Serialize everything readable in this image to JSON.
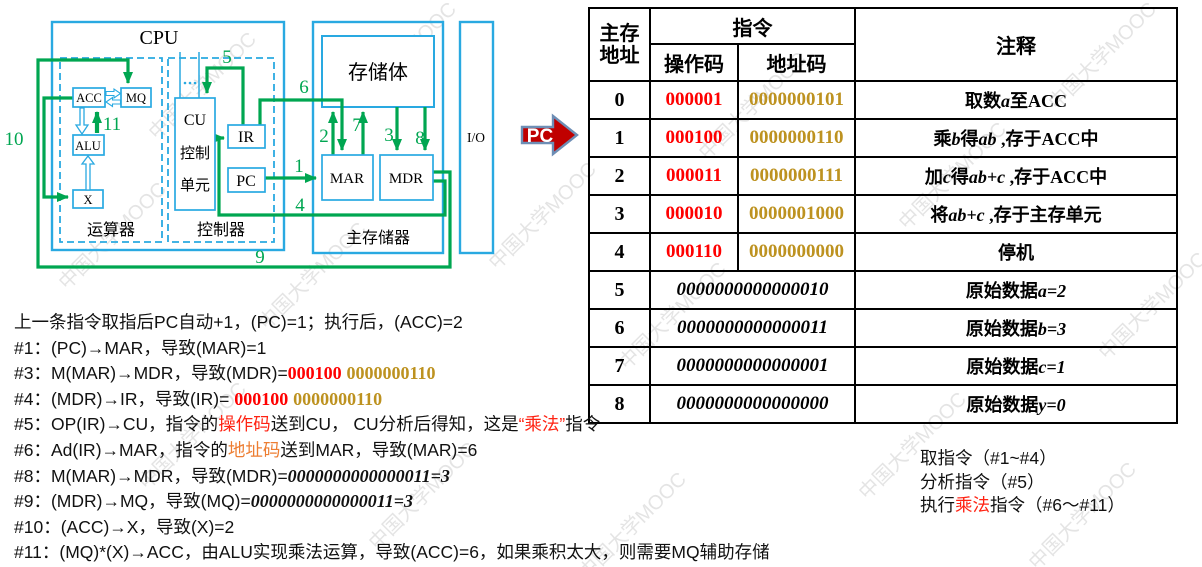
{
  "watermark": "中国大学MOOC",
  "colors": {
    "box_cyan": "#29A9E1",
    "arrow_green": "#00A651",
    "opcode_red": "#FF0000",
    "address_gold": "#BD9220",
    "highlight_orange": "#ED7D31",
    "pointer_red": "#C00000"
  },
  "diagram": {
    "cpu": "CPU",
    "acc": "ACC",
    "mq": "MQ",
    "alu": "ALU",
    "x": "X",
    "cu_line1": "CU",
    "cu_line2": "控制",
    "cu_line3": "单元",
    "ir": "IR",
    "pc": "PC",
    "storage_body": "存储体",
    "mar": "MAR",
    "mdr": "MDR",
    "io": "I/O",
    "arith_unit": "运算器",
    "ctrl_unit": "控制器",
    "main_memory": "主存储器",
    "steps": {
      "s1": "1",
      "s2": "2",
      "s3": "3",
      "s4": "4",
      "s5": "5",
      "s6": "6",
      "s7": "7",
      "s8": "8",
      "s9": "9",
      "s10": "10",
      "s11": "11"
    }
  },
  "pc_pointer": {
    "label": "PC"
  },
  "table": {
    "header": {
      "addr": "主存\n地址",
      "instruction": "指令",
      "opcode": "操作码",
      "address": "地址码",
      "comment": "注释"
    },
    "rows": [
      {
        "addr": "0",
        "opcode": "000001",
        "address": "0000000101",
        "comment": [
          {
            "t": "取数"
          },
          {
            "t": "a",
            "cls": "vi"
          },
          {
            "t": "至ACC"
          }
        ]
      },
      {
        "addr": "1",
        "opcode": "000100",
        "address": "0000000110",
        "comment": [
          {
            "t": "乘"
          },
          {
            "t": "b",
            "cls": "vi"
          },
          {
            "t": "得"
          },
          {
            "t": "ab",
            "cls": "vi"
          },
          {
            "t": " ,存于ACC中"
          }
        ]
      },
      {
        "addr": "2",
        "opcode": "000011",
        "address": "0000000111",
        "comment": [
          {
            "t": "加"
          },
          {
            "t": "c",
            "cls": "vi"
          },
          {
            "t": "得"
          },
          {
            "t": "ab+c",
            "cls": "vi"
          },
          {
            "t": " ,存于ACC中"
          }
        ]
      },
      {
        "addr": "3",
        "opcode": "000010",
        "address": "0000001000",
        "comment": [
          {
            "t": "将"
          },
          {
            "t": "ab+c",
            "cls": "vi"
          },
          {
            "t": " ,存于主存单元"
          }
        ]
      },
      {
        "addr": "4",
        "opcode": "000110",
        "address": "0000000000",
        "comment": [
          {
            "t": "停机"
          }
        ]
      },
      {
        "addr": "5",
        "data": "0000000000000010",
        "comment": [
          {
            "t": "原始数据"
          },
          {
            "t": "a=2",
            "cls": "vi"
          }
        ]
      },
      {
        "addr": "6",
        "data": "0000000000000011",
        "comment": [
          {
            "t": "原始数据"
          },
          {
            "t": "b=3",
            "cls": "vi"
          }
        ]
      },
      {
        "addr": "7",
        "data": "0000000000000001",
        "comment": [
          {
            "t": "原始数据"
          },
          {
            "t": "c=1",
            "cls": "vi"
          }
        ]
      },
      {
        "addr": "8",
        "data": "0000000000000000",
        "comment": [
          {
            "t": "原始数据"
          },
          {
            "t": "y=0",
            "cls": "vi"
          }
        ]
      }
    ]
  },
  "notes": {
    "lines": [
      [
        {
          "t": "上一条指令取指后PC自动+1，(PC)=1；执行后，(ACC)=2"
        }
      ],
      [
        {
          "t": "#1：(PC)→MAR，导致(MAR)=1"
        }
      ],
      [
        {
          "t": "#3：M(MAR)→MDR，导致(MDR)="
        },
        {
          "t": "000100",
          "cls": "redb"
        },
        {
          "t": " "
        },
        {
          "t": "0000000110",
          "cls": "goldb"
        }
      ],
      [
        {
          "t": "#4：(MDR)→IR，导致(IR)= "
        },
        {
          "t": "000100",
          "cls": "redb"
        },
        {
          "t": " "
        },
        {
          "t": "0000000110",
          "cls": "goldb"
        }
      ],
      [
        {
          "t": "#5：OP(IR)→CU，指令的"
        },
        {
          "t": "操作码",
          "cls": "red"
        },
        {
          "t": "送到CU， CU分析后得知，这是"
        },
        {
          "t": "“乘法”",
          "cls": "red"
        },
        {
          "t": "指令"
        }
      ],
      [
        {
          "t": "#6：Ad(IR)→MAR，指令的"
        },
        {
          "t": "地址码",
          "cls": "orange"
        },
        {
          "t": "送到MAR，导致(MAR)=6"
        }
      ],
      [
        {
          "t": "#8：M(MAR)→MDR，导致(MDR)="
        },
        {
          "t": "0000000000000011=3",
          "cls": "bi"
        }
      ],
      [
        {
          "t": "#9：(MDR)→MQ，导致(MQ)="
        },
        {
          "t": "0000000000000011=3",
          "cls": "bi"
        }
      ],
      [
        {
          "t": "#10：(ACC)→X，导致(X)=2"
        }
      ],
      [
        {
          "t": "#11：(MQ)*(X)→ACC，由ALU实现乘法运算，导致(ACC)=6，如果乘积太大，则需要MQ辅助存储"
        }
      ]
    ]
  },
  "summary": {
    "lines": [
      [
        {
          "t": "取指令（#1~#4）"
        }
      ],
      [
        {
          "t": "分析指令（#5）"
        }
      ],
      [
        {
          "t": "执行"
        },
        {
          "t": "乘法",
          "cls": "red"
        },
        {
          "t": "指令（#6～#11）"
        }
      ]
    ]
  }
}
